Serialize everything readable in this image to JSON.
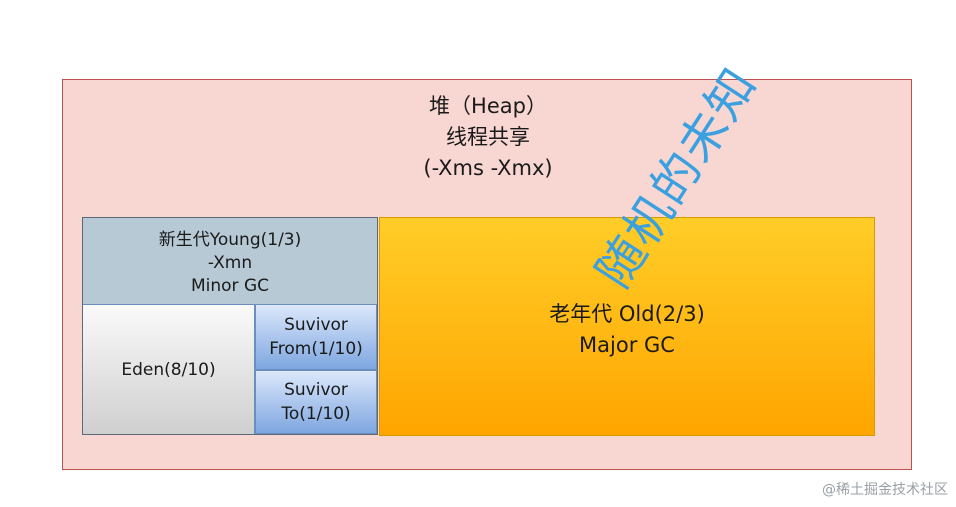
{
  "heap": {
    "line1": "堆（Heap）",
    "line2": "线程共享",
    "line3": "(-Xms -Xmx)"
  },
  "young": {
    "line1": "新生代Young(1/3)",
    "line2": "-Xmn",
    "line3": "Minor GC"
  },
  "eden": {
    "label": "Eden(8/10)"
  },
  "survivor_from": {
    "line1": "Suvivor",
    "line2": "From(1/10)"
  },
  "survivor_to": {
    "line1": "Suvivor",
    "line2": "To(1/10)"
  },
  "old": {
    "line1": "老年代 Old(2/3)",
    "line2": "Major GC"
  },
  "watermark": {
    "text": "随机的未知"
  },
  "credit": {
    "text": "@稀土掘金技术社区"
  },
  "colors": {
    "heap_fill": "#f8d7d3",
    "heap_border": "#c0504d",
    "young_fill": "#b8c9d6",
    "survivor_fill": "#7ea6e0",
    "old_fill": "#ffa500",
    "watermark": "#3aa0e0"
  }
}
